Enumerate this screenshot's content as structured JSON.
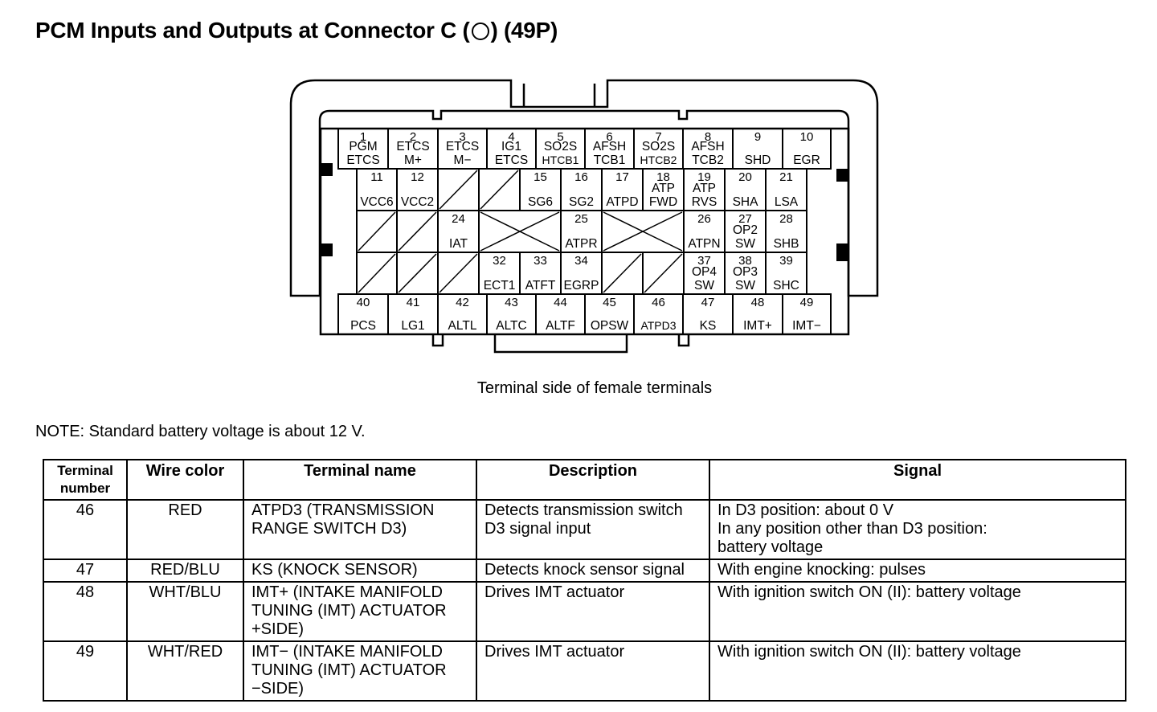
{
  "title_parts": {
    "before": "PCM Inputs and Outputs at Connector C (",
    "after": ") (49P)"
  },
  "caption": "Terminal side of female terminals",
  "note": "NOTE: Standard battery voltage is about 12 V.",
  "connector_terminals": [
    {
      "n": "1",
      "lines": [
        "PGM",
        "ETCS"
      ]
    },
    {
      "n": "2",
      "lines": [
        "ETCS",
        "M+"
      ]
    },
    {
      "n": "3",
      "lines": [
        "ETCS",
        "M−"
      ]
    },
    {
      "n": "4",
      "lines": [
        "IG1",
        "ETCS"
      ]
    },
    {
      "n": "5",
      "lines": [
        "SO2S",
        "HTCB1"
      ]
    },
    {
      "n": "6",
      "lines": [
        "AFSH",
        "TCB1"
      ]
    },
    {
      "n": "7",
      "lines": [
        "SO2S",
        "HTCB2"
      ]
    },
    {
      "n": "8",
      "lines": [
        "AFSH",
        "TCB2"
      ]
    },
    {
      "n": "9",
      "lines": [
        "SHD"
      ]
    },
    {
      "n": "10",
      "lines": [
        "EGR"
      ]
    },
    {
      "n": "11",
      "lines": [
        "VCC6"
      ]
    },
    {
      "n": "12",
      "lines": [
        "VCC2"
      ]
    },
    {
      "n": "15",
      "lines": [
        "SG6"
      ]
    },
    {
      "n": "16",
      "lines": [
        "SG2"
      ]
    },
    {
      "n": "17",
      "lines": [
        "ATPD"
      ]
    },
    {
      "n": "18",
      "lines": [
        "ATP",
        "FWD"
      ]
    },
    {
      "n": "19",
      "lines": [
        "ATP",
        "RVS"
      ]
    },
    {
      "n": "20",
      "lines": [
        "SHA"
      ]
    },
    {
      "n": "21",
      "lines": [
        "LSA"
      ]
    },
    {
      "n": "24",
      "lines": [
        "IAT"
      ]
    },
    {
      "n": "25",
      "lines": [
        "ATPR"
      ]
    },
    {
      "n": "26",
      "lines": [
        "ATPN"
      ]
    },
    {
      "n": "27",
      "lines": [
        "OP2",
        "SW"
      ]
    },
    {
      "n": "28",
      "lines": [
        "SHB"
      ]
    },
    {
      "n": "32",
      "lines": [
        "ECT1"
      ]
    },
    {
      "n": "33",
      "lines": [
        "ATFT"
      ]
    },
    {
      "n": "34",
      "lines": [
        "EGRP"
      ]
    },
    {
      "n": "37",
      "lines": [
        "OP4",
        "SW"
      ]
    },
    {
      "n": "38",
      "lines": [
        "OP3",
        "SW"
      ]
    },
    {
      "n": "39",
      "lines": [
        "SHC"
      ]
    },
    {
      "n": "40",
      "lines": [
        "PCS"
      ]
    },
    {
      "n": "41",
      "lines": [
        "LG1"
      ]
    },
    {
      "n": "42",
      "lines": [
        "ALTL"
      ]
    },
    {
      "n": "43",
      "lines": [
        "ALTC"
      ]
    },
    {
      "n": "44",
      "lines": [
        "ALTF"
      ]
    },
    {
      "n": "45",
      "lines": [
        "OPSW"
      ]
    },
    {
      "n": "46",
      "lines": [
        "ATPD3"
      ]
    },
    {
      "n": "47",
      "lines": [
        "KS"
      ]
    },
    {
      "n": "48",
      "lines": [
        "IMT+"
      ]
    },
    {
      "n": "49",
      "lines": [
        "IMT−"
      ]
    }
  ],
  "table": {
    "headers": {
      "terminal_number": "Terminal number",
      "wire_color": "Wire color",
      "terminal_name": "Terminal name",
      "description": "Description",
      "signal": "Signal"
    },
    "rows": [
      {
        "terminal_number": "46",
        "wire_color": "RED",
        "terminal_name": "ATPD3 (TRANSMISSION\nRANGE SWITCH D3)",
        "description": "Detects transmission switch\nD3 signal input",
        "signal": "In D3 position: about 0 V\nIn any position other than D3 position:\nbattery voltage"
      },
      {
        "terminal_number": "47",
        "wire_color": "RED/BLU",
        "terminal_name": "KS (KNOCK SENSOR)",
        "description": "Detects knock sensor signal",
        "signal": "With engine knocking: pulses"
      },
      {
        "terminal_number": "48",
        "wire_color": "WHT/BLU",
        "terminal_name": "IMT+ (INTAKE MANIFOLD\nTUNING (IMT) ACTUATOR\n+SIDE)",
        "description": "Drives IMT actuator",
        "signal": "With ignition switch ON (II): battery voltage"
      },
      {
        "terminal_number": "49",
        "wire_color": "WHT/RED",
        "terminal_name": "IMT− (INTAKE MANIFOLD\nTUNING (IMT) ACTUATOR\n−SIDE)",
        "description": "Drives IMT actuator",
        "signal": "With ignition switch ON (II): battery voltage"
      }
    ]
  }
}
